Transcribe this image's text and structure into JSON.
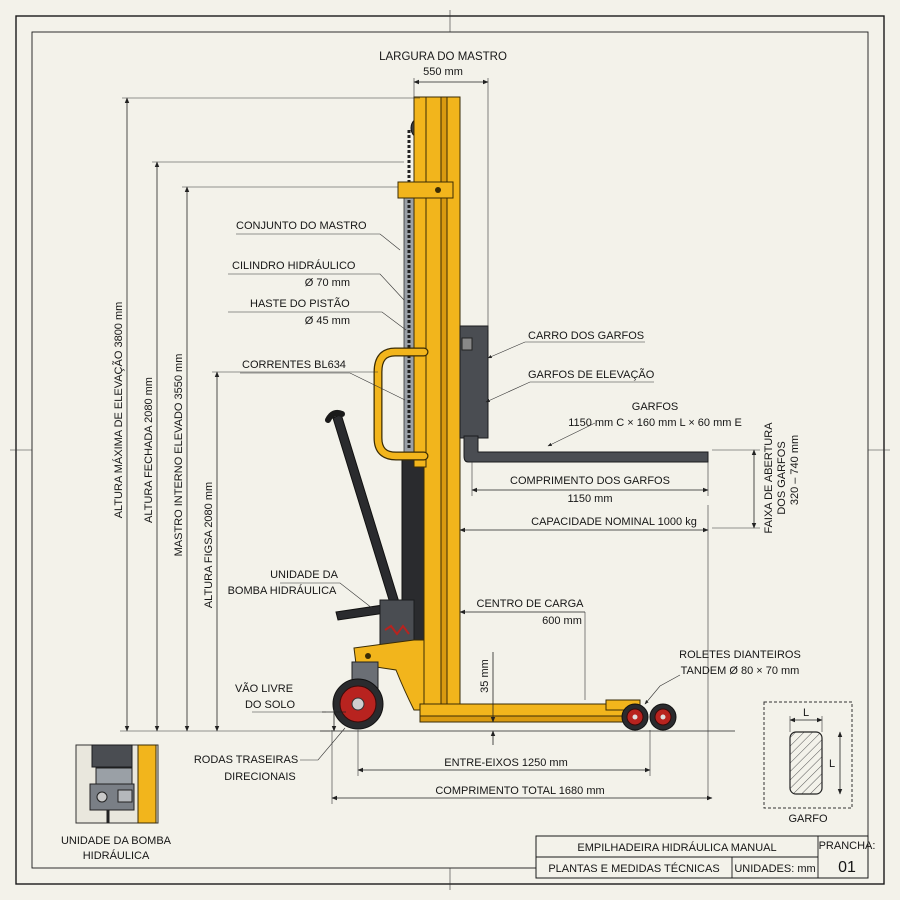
{
  "labels": {
    "mast_width_title": "LARGURA DO MASTRO",
    "mast_width_value": "550 mm",
    "mast_assembly": "CONJUNTO DO MASTRO",
    "hydraulic_cylinder": "CILINDRO HIDRÁULICO",
    "cylinder_dia": "Ø 70 mm",
    "piston_rod": "HASTE DO PISTÃO",
    "piston_dia": "Ø 45 mm",
    "chains": "CORRENTES BL634",
    "pump_unit_line1": "UNIDADE DA",
    "pump_unit_line2": "BOMBA HIDRÁULICA",
    "ground_clearance_line1": "VÃO LIVRE",
    "ground_clearance_line2": "DO SOLO",
    "rear_wheels_line1": "RODAS TRASEIRAS",
    "rear_wheels_line2": "DIRECIONAIS",
    "fork_carriage": "CARRO DOS GARFOS",
    "lifting_forks": "GARFOS DE ELEVAÇÃO",
    "forks_title": "GARFOS",
    "forks_dims": "1150 mm C × 160 mm L × 60 mm E",
    "fork_length_title": "COMPRIMENTO DOS GARFOS",
    "fork_length_value": "1150 mm",
    "rated_capacity": "CAPACIDADE NOMINAL 1000 kg",
    "load_center_title": "CENTRO DE CARGA",
    "load_center_value": "600 mm",
    "front_rollers_line1": "ROLETES DIANTEIROS",
    "front_rollers_line2": "TANDEM Ø 80 × 70 mm",
    "clearance_value": "35 mm",
    "wheelbase": "ENTRE-EIXOS 1250 mm",
    "overall_length": "COMPRIMENTO TOTAL 1680 mm",
    "max_lift_height": "ALTURA MÁXIMA DE ELEVAÇÃO 3800 mm",
    "closed_height": "ALTURA FECHADA 2080 mm",
    "extended_mast": "MASTRO INTERNO ELEVADO 3550 mm",
    "fixed_height": "ALTURA FIGSA 2080 mm",
    "fork_spread_line1": "FAIXA DE ABERTURA",
    "fork_spread_line2": "DOS GARFOS",
    "fork_spread_value": "320 – 740 mm",
    "detail_pump_line1": "UNIDADE DA BOMBA",
    "detail_pump_line2": "HIDRÁULICA",
    "fork_section_title": "GARFO",
    "fork_section_L": "L"
  },
  "title_block": {
    "title": "EMPILHADEIRA HIDRÁULICA MANUAL",
    "subtitle": "PLANTAS E MEDIDAS TÉCNICAS",
    "units": "UNIDADES: mm",
    "sheet_label": "PRANCHA:",
    "sheet_number": "01"
  },
  "colors": {
    "frame_yellow": "#f2b51c",
    "dark_gray": "#4a4d52",
    "wheel_red": "#b8231f",
    "paper": "#f3f2ea"
  }
}
